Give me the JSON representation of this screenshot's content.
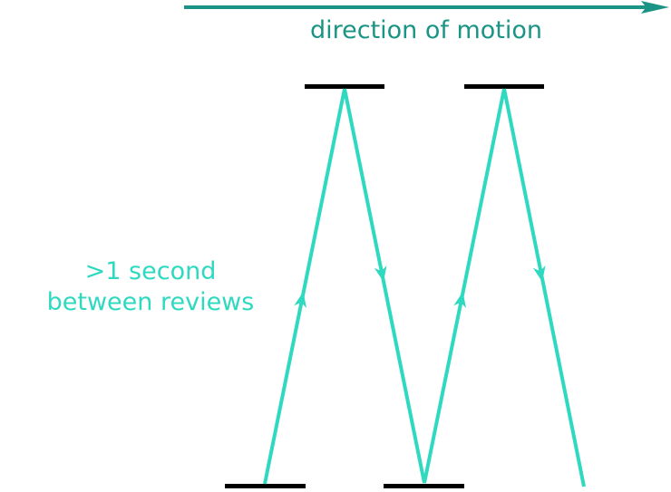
{
  "labels": {
    "direction": "direction of motion",
    "interval_line1": ">1 second",
    "interval_line2": "between reviews"
  },
  "colors": {
    "direction_arrow": "#1A9485",
    "trajectory": "#2FD9C0",
    "level_bar": "#000000"
  }
}
